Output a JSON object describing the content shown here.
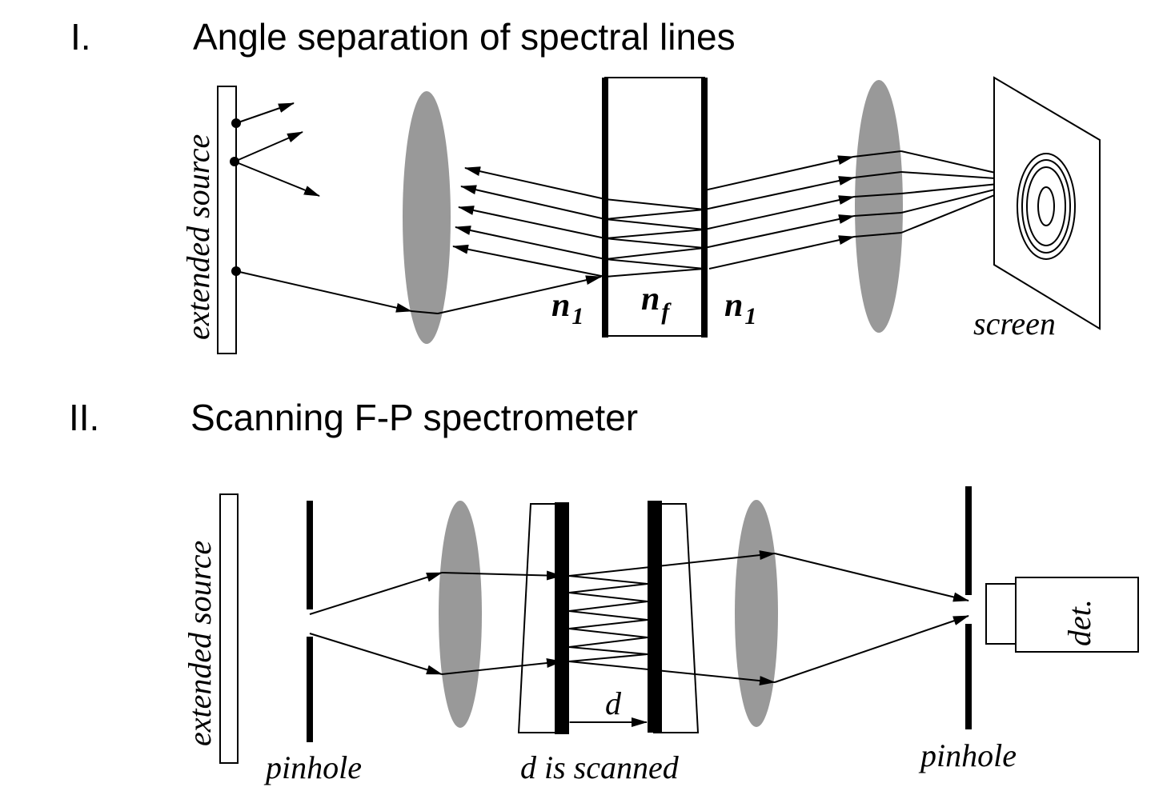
{
  "section1": {
    "number": "I.",
    "title": "Angle separation of spectral lines",
    "source_label": "extended source",
    "n_left": "n",
    "n_left_sub": "1",
    "n_film": "n",
    "n_film_sub": "f",
    "n_right": "n",
    "n_right_sub": "1",
    "screen_label": "screen"
  },
  "section2": {
    "number": "II.",
    "title": "Scanning F-P spectrometer",
    "source_label": "extended source",
    "pinhole_left_label": "pinhole",
    "gap_label": "d",
    "scan_label": "d is scanned",
    "pinhole_right_label": "pinhole",
    "detector_label": "det."
  },
  "colors": {
    "lens": "#999999",
    "ink": "#000000"
  }
}
